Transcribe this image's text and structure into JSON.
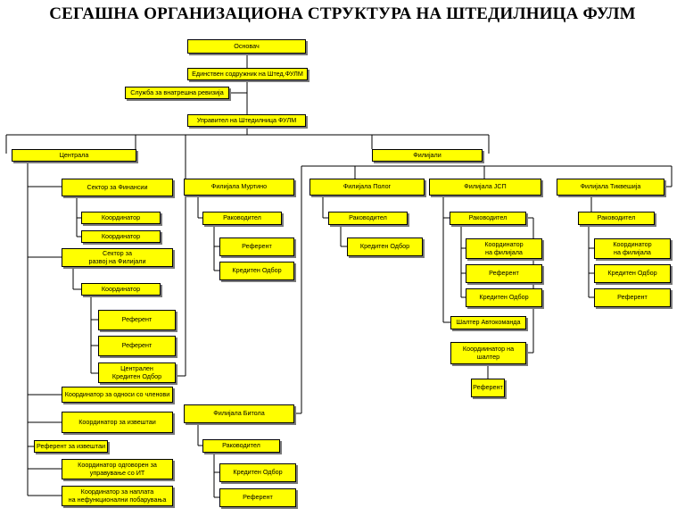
{
  "title": "СЕГАШНА ОРГАНИЗАЦИОНА СТРУКТУРА НА ШТЕДИЛНИЦА ФУЛМ",
  "colors": {
    "box_fill": "#ffff00",
    "box_border": "#000000",
    "shadow": "#7a7a7a"
  },
  "nodes": {
    "osnovach": "Основач",
    "edinstven": "Единствен содружник на Штед.ФУЛМ",
    "revizija": "Служба за внатрешна ревизија",
    "upravitel": "Управител на Штедилница ФУЛМ",
    "centrala": "Централа",
    "filijali": "Филијали",
    "sektor_finansii": "Сектор за Финансии",
    "koord_1": "Координатор",
    "koord_2": "Координатор",
    "sektor_razvoj": "Сектор за\nразвој на Филијали",
    "koord_3": "Координатор",
    "referent_c1": "Референт",
    "referent_c2": "Референт",
    "centralen_kredit": "Централен\nКредитен Одбор",
    "koord_odnosi": "Координатор за односи со членови",
    "koord_izvestai": "Координатор за извештаи",
    "referent_izvestai": "Референт за извештаи",
    "koord_it": "Координатор одговорен за\nуправување со ИТ",
    "koord_naplata": "Координатор за наплата\nна нефункционални побарувања",
    "f_murtino": "Филијала Муртино",
    "m_rakovoditel": "Раководител",
    "m_referent": "Референт",
    "m_kredit": "Кредитен Одбор",
    "f_bitola": "Филијала Битола",
    "b_rakovoditel": "Раководител",
    "b_kredit": "Кредитен Одбор",
    "b_referent": "Референт",
    "f_polog": "Филијала Полог",
    "p_rakovoditel": "Раководител",
    "p_kredit": "Кредитен Одбор",
    "f_jsp": "Филијала ЈСП",
    "j_rakovoditel": "Раководител",
    "j_koord": "Координатор\nна филијала",
    "j_referent": "Референт",
    "j_kredit": "Кредитен Одбор",
    "j_shalter": "Шалтер Автокоманда",
    "j_koord_shalter": "Коордиинатор на шалтер",
    "j_referent2": "Референт",
    "f_tikves": "Филијала Тиквешија",
    "t_rakovoditel": "Раководител",
    "t_koord": "Координатор\nна филијала",
    "t_kredit": "Кредитен Одбор",
    "t_referent": "Референт"
  }
}
